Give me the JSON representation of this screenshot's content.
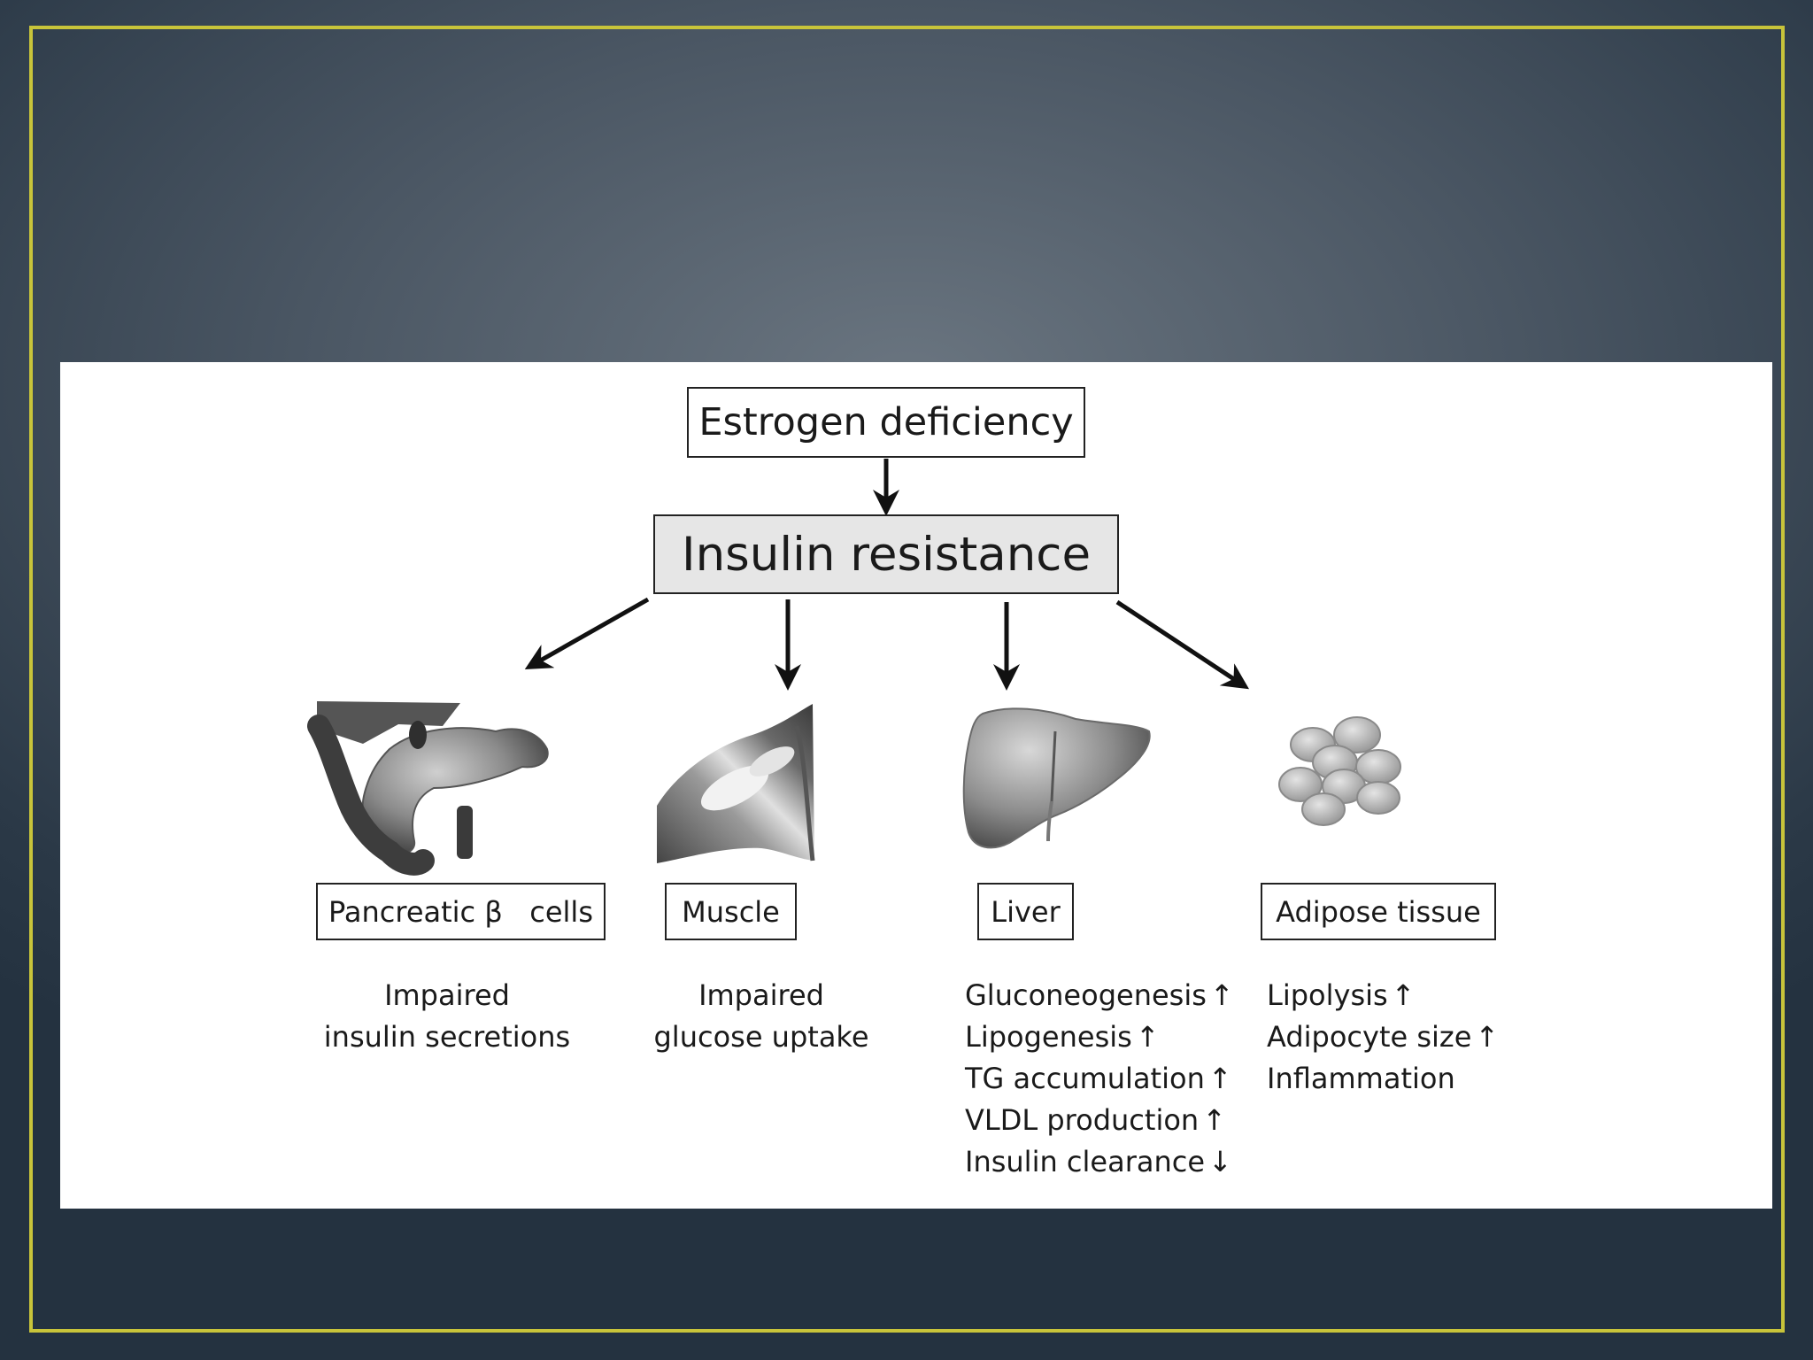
{
  "diagram": {
    "source": "Estrogen deficiency",
    "center": "Insulin resistance",
    "organs": [
      {
        "label": "Pancreatic β   cells",
        "effects": [
          "Impaired",
          "insulin secretions"
        ]
      },
      {
        "label": "Muscle",
        "effects": [
          "Impaired",
          "glucose uptake"
        ]
      },
      {
        "label": "Liver",
        "effects": [
          {
            "text": "Gluconeogenesis",
            "symbol": "↑"
          },
          {
            "text": "Lipogenesis",
            "symbol": "↑"
          },
          {
            "text": "TG accumulation",
            "symbol": "↑"
          },
          {
            "text": "VLDL production",
            "symbol": "↑"
          },
          {
            "text": "Insulin clearance",
            "symbol": "↓"
          }
        ]
      },
      {
        "label": "Adipose tissue",
        "effects": [
          {
            "text": "Lipolysis",
            "symbol": "↑"
          },
          {
            "text": "Adipocyte size",
            "symbol": "↑"
          },
          {
            "text": "Inflammation",
            "symbol": ""
          }
        ]
      }
    ]
  },
  "icons": [
    "pancreas-icon",
    "muscle-icon",
    "liver-icon",
    "adipocytes-icon"
  ],
  "colors": {
    "frame": "#c8c43a",
    "background": "#3a4755",
    "panel": "#ffffff",
    "center_fill": "#e6e6e6"
  }
}
